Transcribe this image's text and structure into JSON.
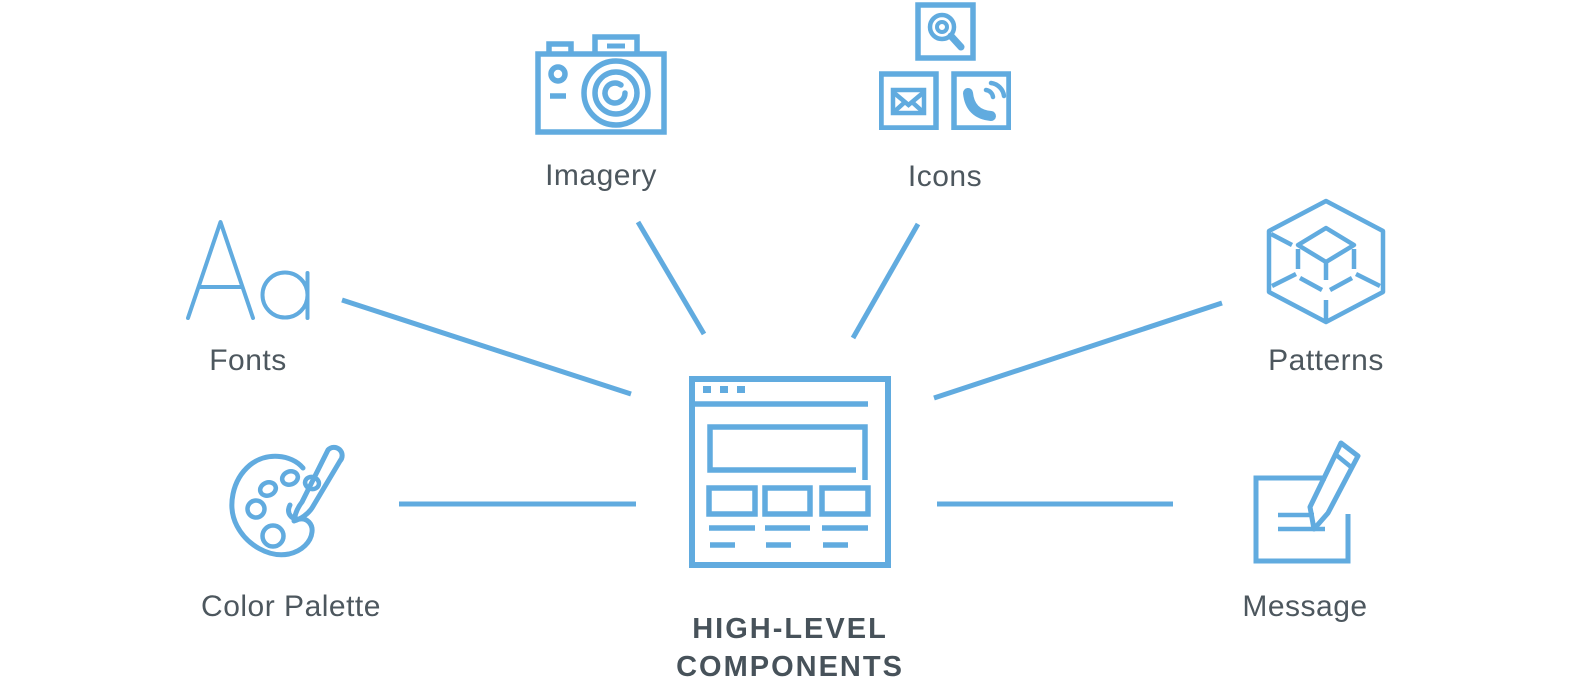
{
  "center": {
    "label_line1": "HIGH-LEVEL",
    "label_line2": "COMPONENTS",
    "icon": "browser-window-icon"
  },
  "nodes": {
    "imagery": {
      "label": "Imagery",
      "icon": "camera-icon"
    },
    "icons": {
      "label": "Icons",
      "icon": "icon-set-icon"
    },
    "fonts": {
      "label": "Fonts",
      "icon": "letter-aa-icon"
    },
    "patterns": {
      "label": "Patterns",
      "icon": "wireframe-cube-icon"
    },
    "color_palette": {
      "label": "Color Palette",
      "icon": "paint-palette-icon"
    },
    "message": {
      "label": "Message",
      "icon": "pencil-document-icon"
    }
  },
  "colors": {
    "accent": "#61ABDF",
    "label": "#4D575E",
    "title": "#47525A",
    "background": "#FFFFFF"
  }
}
